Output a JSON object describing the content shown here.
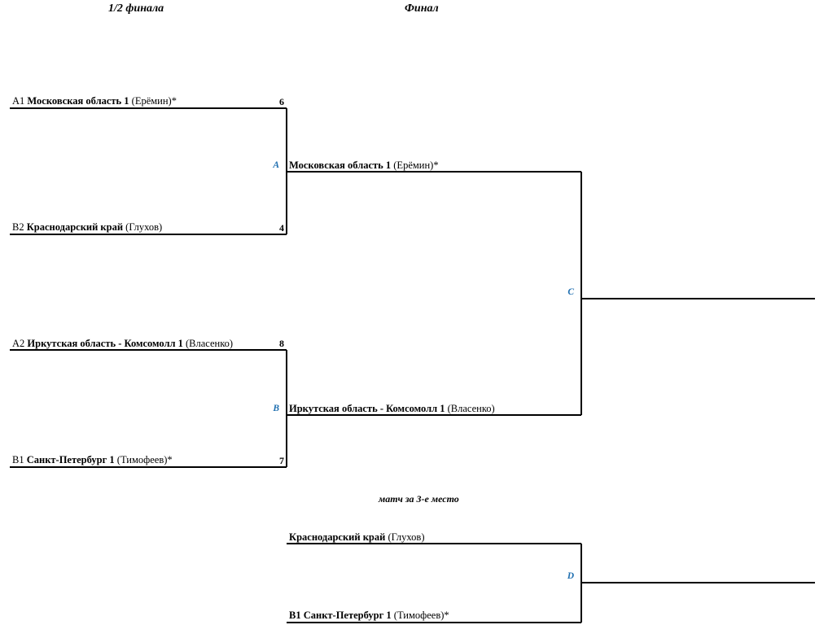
{
  "headers": {
    "semifinal": "1/2 финала",
    "final": "Финал",
    "third_place": "матч за 3-е место"
  },
  "colors": {
    "match_label": "#1f6fb0",
    "line": "#000000"
  },
  "semifinals": [
    {
      "label": "A",
      "top": {
        "seed": "A1",
        "team": "Московская область 1",
        "coach": "(Ерёмин)*",
        "score": "6"
      },
      "bottom": {
        "seed": "B2",
        "team": "Краснодарский край",
        "coach": "(Глухов)",
        "score": "4"
      }
    },
    {
      "label": "B",
      "top": {
        "seed": "A2",
        "team": "Иркутская область - Комсомолл 1",
        "coach": "(Власенко)",
        "score": "8"
      },
      "bottom": {
        "seed": "B1",
        "team": "Санкт-Петербург 1",
        "coach": "(Тимофеев)*",
        "score": "7"
      }
    }
  ],
  "final": {
    "label": "C",
    "top": {
      "team": "Московская область 1",
      "coach": "(Ерёмин)*"
    },
    "bottom": {
      "team": "Иркутская область - Комсомолл 1",
      "coach": "(Власенко)"
    }
  },
  "third_place_match": {
    "label": "D",
    "top": {
      "seed": "",
      "team": "Краснодарский край",
      "coach": "(Глухов)"
    },
    "bottom": {
      "seed": "B1",
      "team": "Санкт-Петербург 1",
      "coach": "(Тимофеев)*"
    }
  }
}
